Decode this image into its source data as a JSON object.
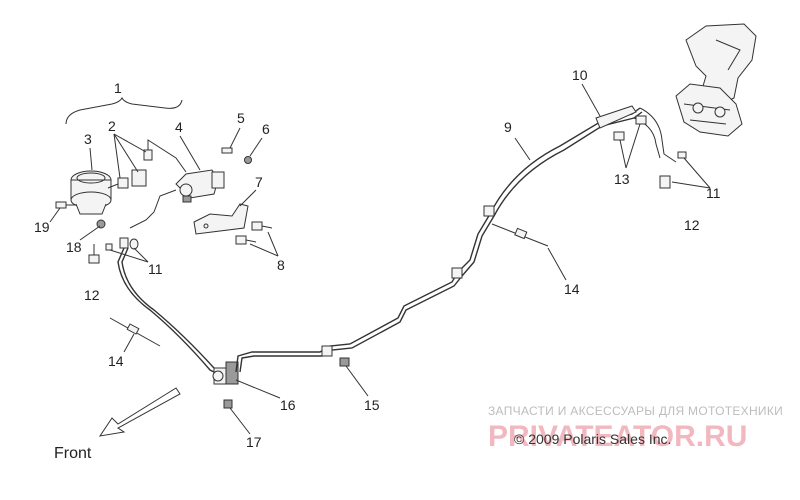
{
  "callouts": {
    "n1": "1",
    "n2": "2",
    "n3": "3",
    "n4": "4",
    "n5": "5",
    "n6": "6",
    "n7": "7",
    "n8": "8",
    "n9": "9",
    "n10": "10",
    "n11_left": "11",
    "n11_right": "11",
    "n12_left": "12",
    "n12_right": "12",
    "n13": "13",
    "n14_left": "14",
    "n14_right": "14",
    "n15": "15",
    "n16": "16",
    "n17": "17",
    "n18": "18",
    "n19": "19"
  },
  "direction_label": "Front",
  "watermark": {
    "tagline": "ЗАПЧАСТИ И АКСЕССУАРЫ ДЛЯ МОТОТЕХНИКИ",
    "logo": "PRIVATEATOR.RU"
  },
  "copyright": "© 2009 Polaris Sales Inc."
}
